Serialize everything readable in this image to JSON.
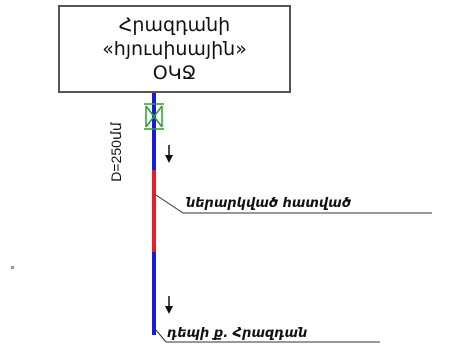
{
  "diagram": {
    "title_lines": [
      "Հրազդանի",
      "«հյուսիսային»",
      "ՕԿՋ"
    ],
    "dimension_label": "D=250մմ",
    "section_label": "ներարկված հատված",
    "destination_label": "դեպի ք. Հրազդան",
    "colors": {
      "pipe": "#1a1adb",
      "section": "#e0202a",
      "valve": "#2e9e2e",
      "leader": "#333333",
      "box_border": "#555555"
    }
  }
}
